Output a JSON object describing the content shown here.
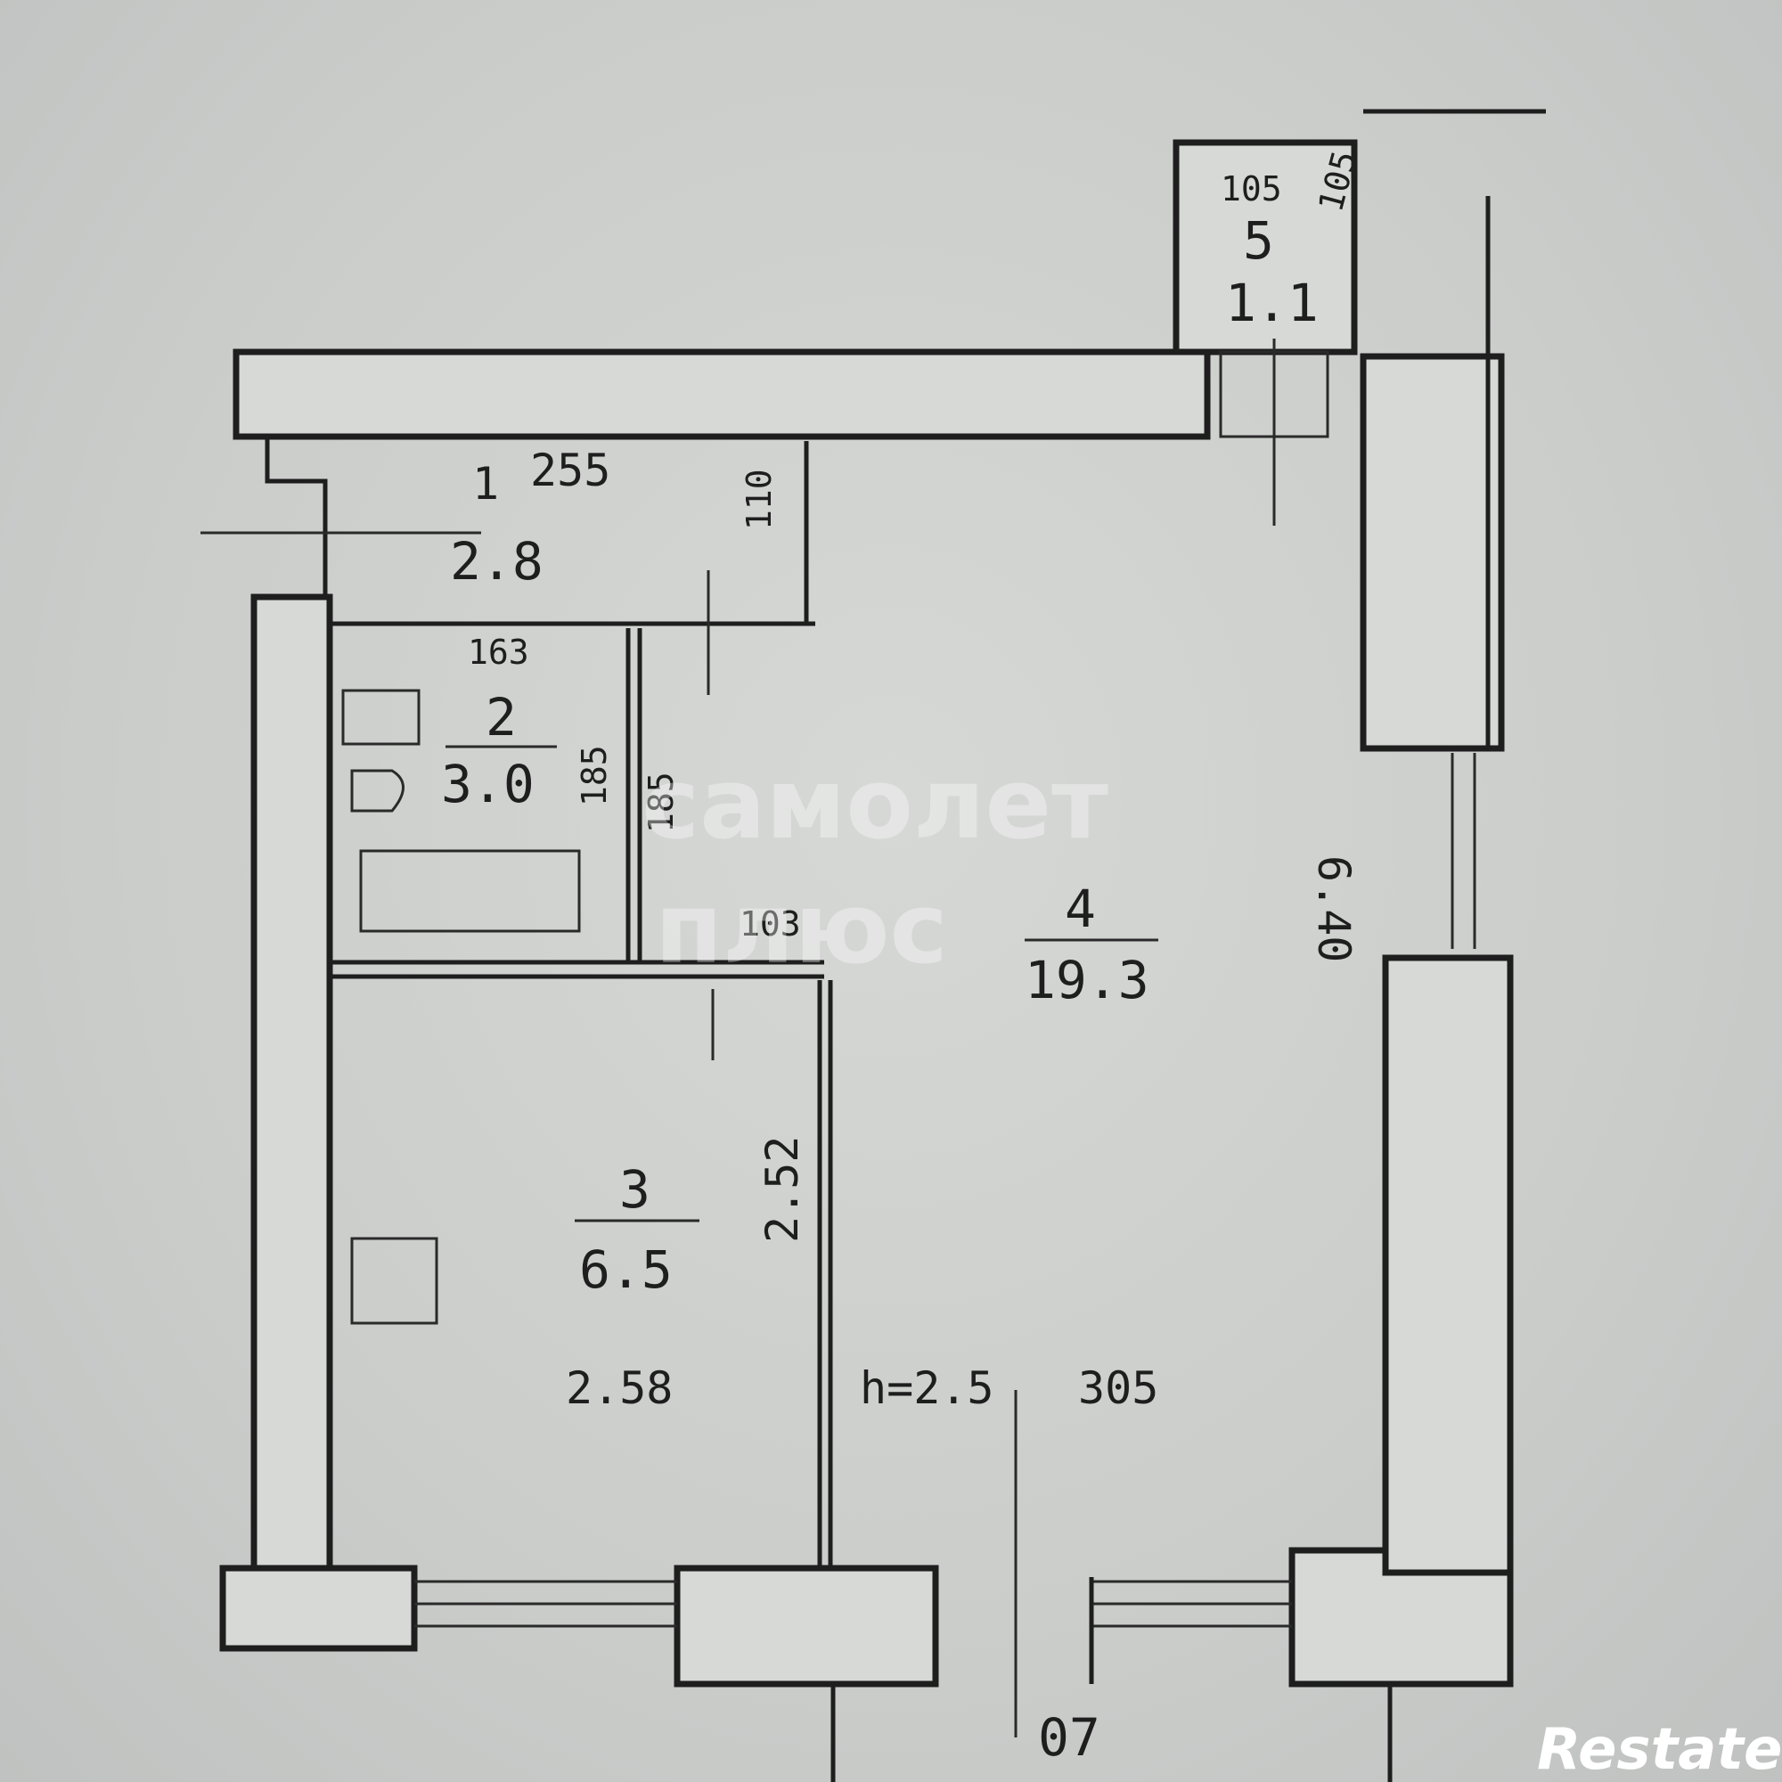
{
  "rooms": [
    {
      "number": "1",
      "area": "2.8",
      "width_mark": "255",
      "depth_mark": "110"
    },
    {
      "number": "2",
      "area": "3.0",
      "width_mark": "163",
      "depth_mark": "185",
      "inner_mark": "185"
    },
    {
      "number": "3",
      "area": "6.5",
      "width_mark": "2.58",
      "depth_mark": "2.52"
    },
    {
      "number": "4",
      "area": "19.3",
      "width_mark": "305",
      "depth_mark": "6.40"
    },
    {
      "number": "5",
      "area": "1.1",
      "width_mark": "105",
      "depth_mark": "105"
    }
  ],
  "misc": {
    "ceiling_height": "h=2.5",
    "corridor_mark": "103",
    "balcony_mark": "07"
  },
  "watermark": {
    "line1": "самолет",
    "line2": "плюс"
  },
  "logo": {
    "text": "Restate"
  },
  "colors": {
    "paper": "#d7d9d6",
    "ink": "#1e1e1e"
  }
}
